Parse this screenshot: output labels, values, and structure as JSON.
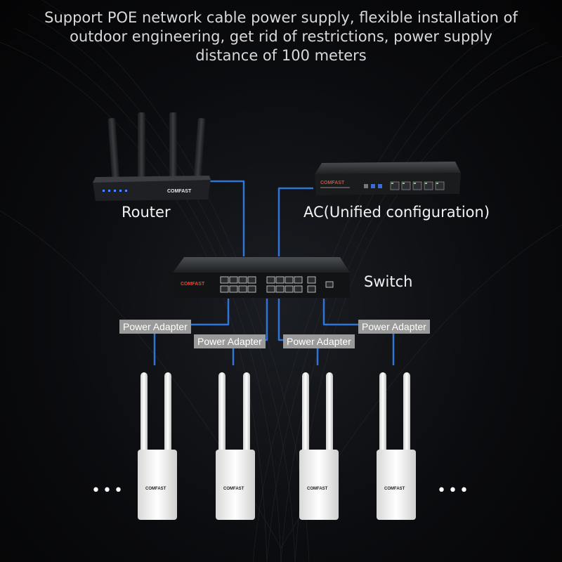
{
  "headline": {
    "line1": "Support POE network cable power supply, flexible installation of",
    "line2": "outdoor engineering, get rid of restrictions, power supply",
    "line3": "distance of 100 meters"
  },
  "nodes": {
    "router_label": "Router",
    "ac_label": "AC(Unified configuration)",
    "switch_label": "Switch"
  },
  "brand": "COMFAST",
  "adapters": [
    "Power Adapter",
    "Power Adapter",
    "Power Adapter",
    "Power Adapter"
  ],
  "ellipsis": "•••",
  "colors": {
    "cable": "#2f74d6",
    "adapter_bg": "#9a9a9a",
    "background": "#0b0c0f"
  }
}
